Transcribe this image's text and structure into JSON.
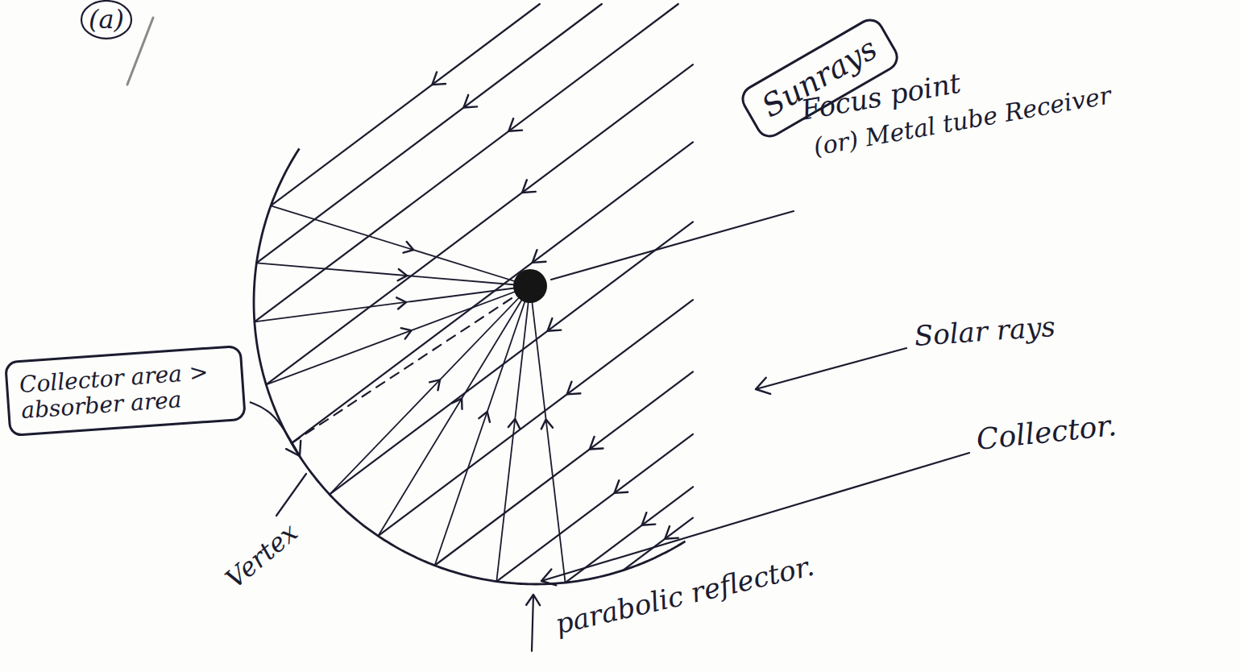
{
  "diagram": {
    "nodes": [
      {
        "text": [
          "Sunrays"
        ]
      },
      {
        "text": [
          "Collector area > absorber area"
        ]
      }
    ],
    "labels": [
      "(a)",
      "Focus point",
      "(or) Metal tube Receiver",
      "Solar rays",
      "Collector.",
      "Vertex",
      "parabolic reflector."
    ]
  }
}
